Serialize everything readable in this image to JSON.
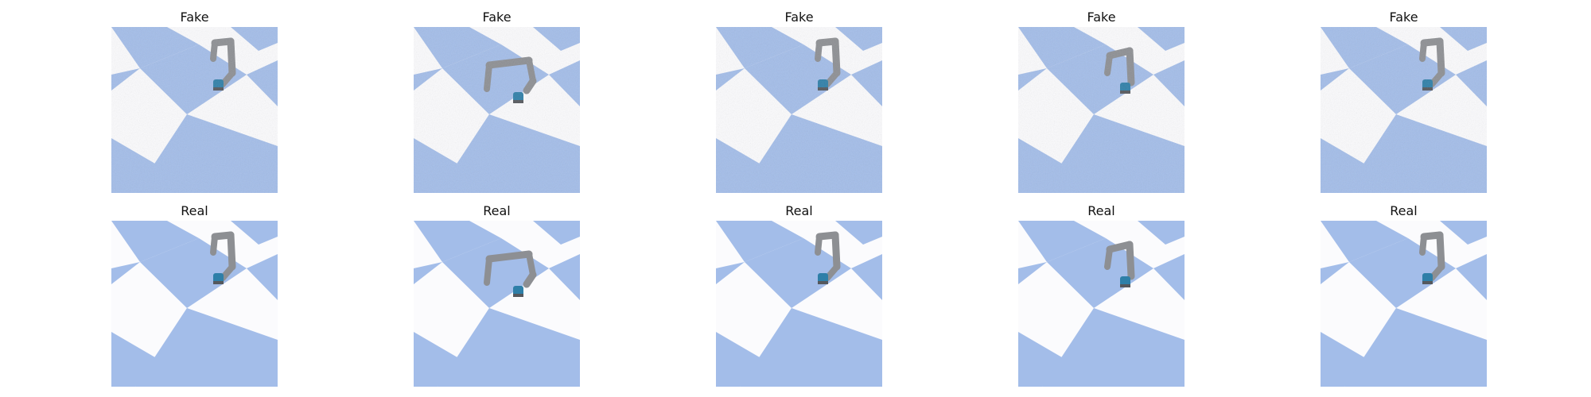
{
  "figure": {
    "rows": [
      {
        "label": "Fake",
        "panels": [
          {
            "title": "Fake",
            "arm": "a",
            "noisy": true
          },
          {
            "title": "Fake",
            "arm": "b",
            "noisy": true
          },
          {
            "title": "Fake",
            "arm": "a",
            "noisy": true
          },
          {
            "title": "Fake",
            "arm": "c",
            "noisy": true
          },
          {
            "title": "Fake",
            "arm": "a",
            "noisy": true
          }
        ]
      },
      {
        "label": "Real",
        "panels": [
          {
            "title": "Real",
            "arm": "a",
            "noisy": false
          },
          {
            "title": "Real",
            "arm": "b",
            "noisy": false
          },
          {
            "title": "Real",
            "arm": "a",
            "noisy": false
          },
          {
            "title": "Real",
            "arm": "c",
            "noisy": false
          },
          {
            "title": "Real",
            "arm": "a",
            "noisy": false
          }
        ]
      }
    ],
    "colors": {
      "tile_blue": "#a3bde9",
      "tile_white": "#fbfbfd",
      "arm_gray": "#8d8f93",
      "arm_dark": "#55585d",
      "base_blue": "#2e7fa8"
    }
  }
}
